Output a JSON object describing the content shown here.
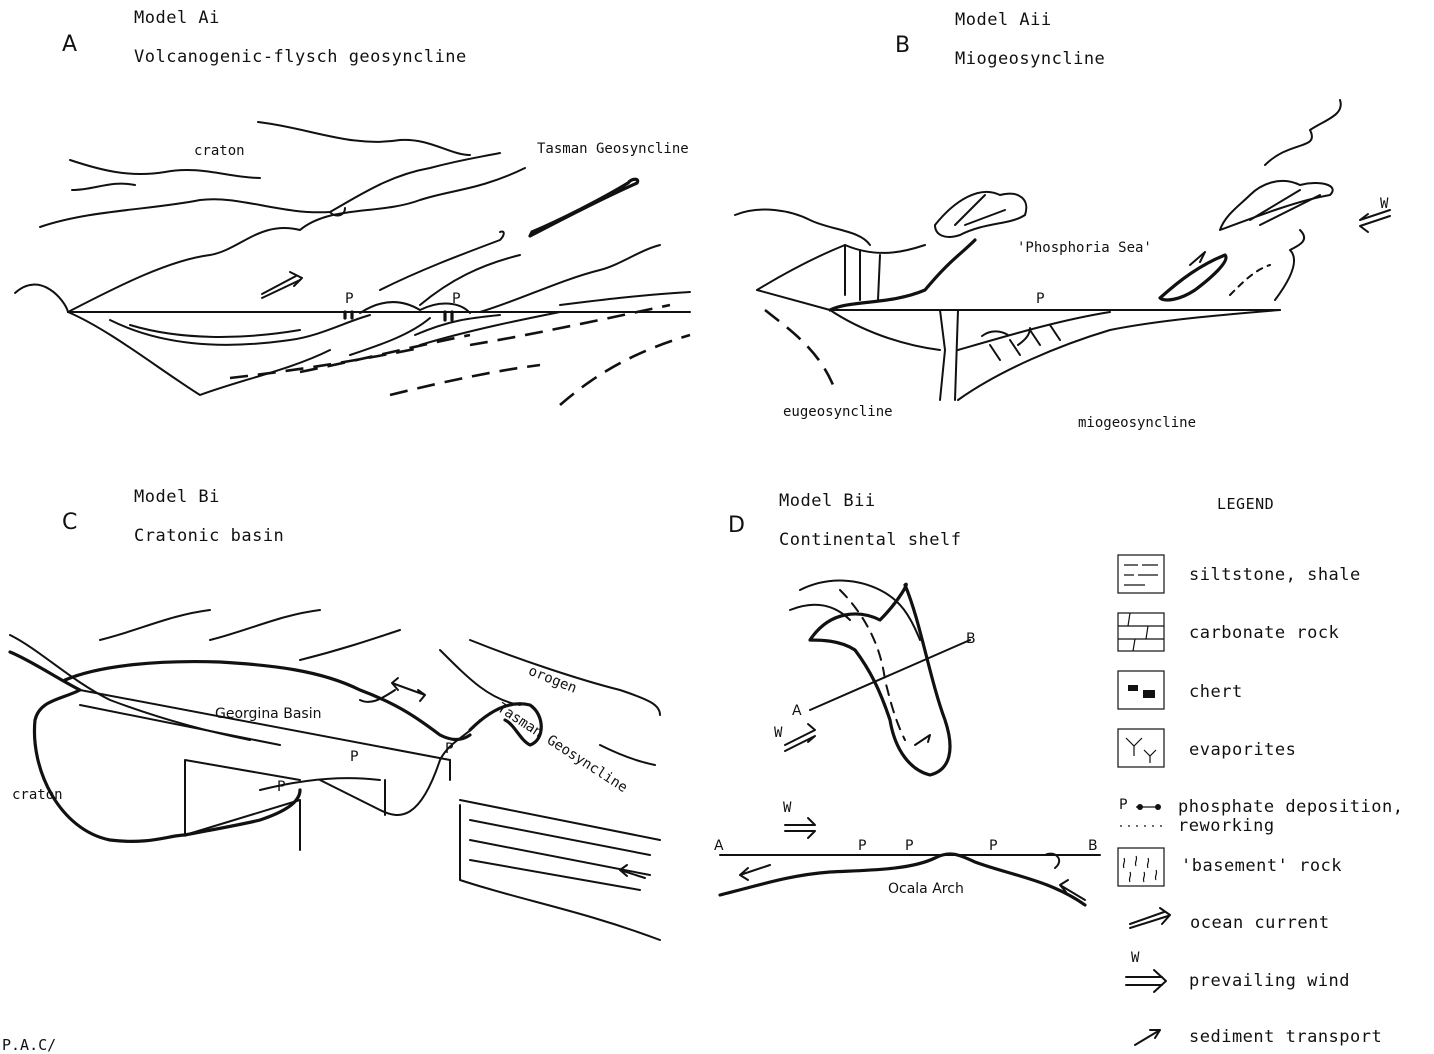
{
  "panels": {
    "a": {
      "letter": "A",
      "model": "Model Ai",
      "title": "Volcanogenic-flysch geosyncline",
      "labels": {
        "craton": "craton",
        "tasman": "Tasman Geosyncline",
        "p1": "P",
        "p2": "P"
      }
    },
    "b": {
      "letter": "B",
      "model": "Model Aii",
      "title": "Miogeosyncline",
      "labels": {
        "sea": "'Phosphoria Sea'",
        "eugeo": "eugeosyncline",
        "miogeo": "miogeosyncline",
        "p": "P",
        "w": "W"
      }
    },
    "c": {
      "letter": "C",
      "model": "Model Bi",
      "title": "Cratonic basin",
      "labels": {
        "georgina": "Georgina Basin",
        "craton": "craton",
        "orogen": "orogen",
        "tasman": "Tasman Geosyncline",
        "p1": "P",
        "p2": "P",
        "p3": "P"
      }
    },
    "d": {
      "letter": "D",
      "model": "Model Bii",
      "title": "Continental shelf",
      "labels": {
        "a_top": "A",
        "b_top": "B",
        "w_top": "W",
        "w_mid": "W",
        "a_sec": "A",
        "b_sec": "B",
        "p1": "P",
        "p2": "P",
        "p3": "P",
        "ocala": "Ocala Arch"
      }
    }
  },
  "legend": {
    "title": "LEGEND",
    "items": [
      {
        "key": "siltstone",
        "label": "siltstone, shale"
      },
      {
        "key": "carbonate",
        "label": "carbonate rock"
      },
      {
        "key": "chert",
        "label": "chert"
      },
      {
        "key": "evaporites",
        "label": "evaporites"
      },
      {
        "key": "phosphate",
        "symbol": "P",
        "label": "phosphate deposition,",
        "label2": "reworking"
      },
      {
        "key": "basement",
        "label": "'basement' rock"
      },
      {
        "key": "current",
        "label": "ocean current"
      },
      {
        "key": "wind",
        "symbol": "W",
        "label": "prevailing wind"
      },
      {
        "key": "sediment",
        "label": "sediment transport"
      }
    ]
  },
  "corner_note": "P.A.C/"
}
